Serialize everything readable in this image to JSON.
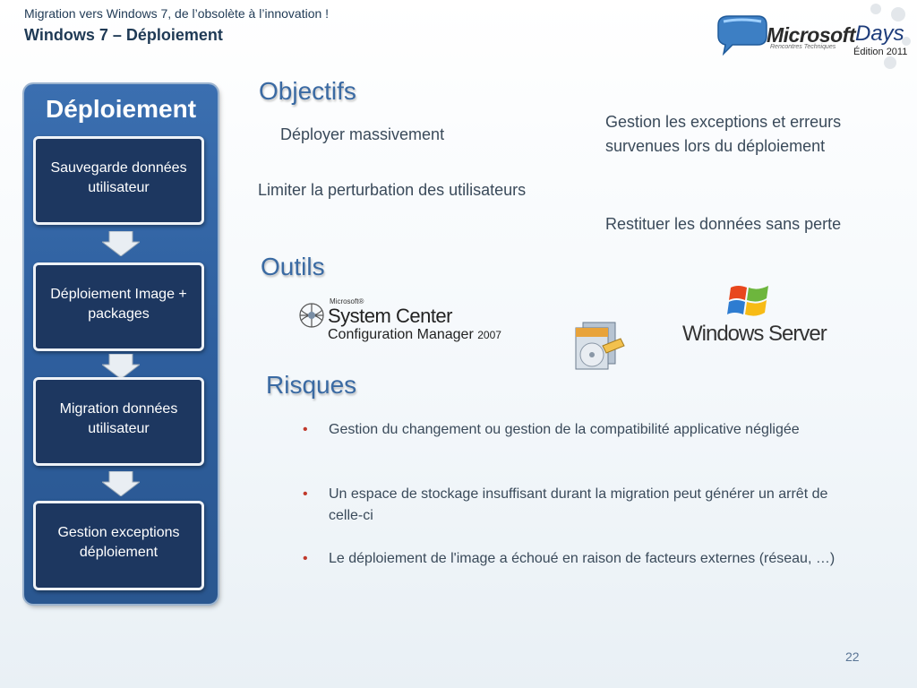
{
  "header": {
    "subtitle": "Migration vers Windows 7, de l’obsolète à l’innovation !",
    "title": "Windows 7 – Déploiement"
  },
  "logo": {
    "brand_a": "Microsoft",
    "brand_b": "Days",
    "tagline": "Rencontres Techniques",
    "edition": "Édition 2011"
  },
  "flow": {
    "title": "Déploiement",
    "steps": [
      {
        "label": "Sauvegarde données utilisateur"
      },
      {
        "label": "Déploiement Image + packages"
      },
      {
        "label": "Migration données utilisateur"
      },
      {
        "label": "Gestion exceptions déploiement"
      }
    ]
  },
  "objectifs": {
    "heading": "Objectifs",
    "items": [
      "Déployer massivement",
      "Gestion les exceptions et erreurs survenues lors du déploiement",
      "Limiter la perturbation des utilisateurs",
      "Restituer les données sans perte"
    ]
  },
  "outils": {
    "heading": "Outils",
    "sccm": {
      "ms": "Microsoft®",
      "line1": "System Center",
      "line2": "Configuration Manager",
      "year": "2007"
    },
    "winserver": "Windows Server"
  },
  "risques": {
    "heading": "Risques",
    "bullet": "•",
    "items": [
      "Gestion du changement ou gestion de la compatibilité applicative négligée",
      "Un espace de stockage insuffisant durant la migration peut générer un arrêt de celle-ci",
      "Le déploiement de l'image a échoué en raison de facteurs externes (réseau, …)"
    ]
  },
  "page_number": "22",
  "colors": {
    "accent": "#3a6aa3",
    "panel": "#2e5f9e",
    "step": "#1d3760",
    "bullet": "#c0392b"
  }
}
